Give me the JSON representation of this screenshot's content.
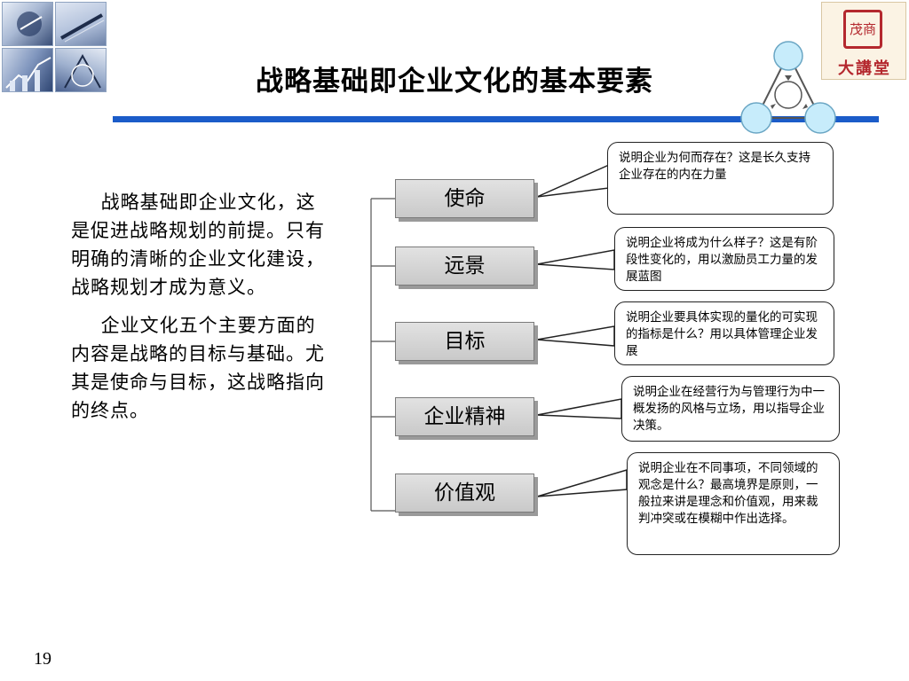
{
  "title": "战略基础即企业文化的基本要素",
  "logo": {
    "seal_glyph": "茂商",
    "text": "大講堂"
  },
  "left_paragraphs": [
    "战略基础即企业文化，这是促进战略规划的前提。只有明确的清晰的企业文化建设，战略规划才成为意义。",
    "企业文化五个主要方面的内容是战略的目标与基础。尤其是使命与目标，这战略指向的终点。"
  ],
  "elements": [
    {
      "label": "使命",
      "desc": "说明企业为何而存在？这是长久支持企业存在的内在力量"
    },
    {
      "label": "远景",
      "desc": "说明企业将成为什么样子？这是有阶段性变化的，用以激励员工力量的发展蓝图"
    },
    {
      "label": "目标",
      "desc": "说明企业要具体实现的量化的可实现的指标是什么？用以具体管理企业发展"
    },
    {
      "label": "企业精神",
      "desc": "说明企业在经营行为与管理行为中一概发扬的风格与立场，用以指导企业决策。"
    },
    {
      "label": "价值观",
      "desc": "说明企业在不同事项，不同领域的观念是什么？最高境界是原则，一般拉来讲是理念和价值观，用来裁判冲突或在模糊中作出选择。"
    }
  ],
  "page_number": "19"
}
